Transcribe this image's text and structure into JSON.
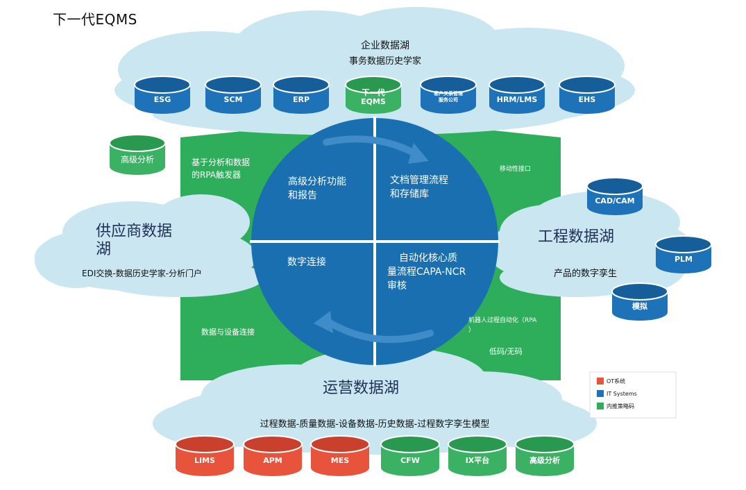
{
  "page_title": "下一代EQMS",
  "colors": {
    "cloud": "#c9e6f1",
    "cloud_edge": "#b6dbea",
    "green": "#2eae5a",
    "blue_circle": "#1a6fb1",
    "blue_cyl": "#1e73b8",
    "orange": "#e8533b",
    "cyl_green": "#3bb163"
  },
  "enterprise_lake": {
    "title": "企业数据湖",
    "subtitle": "事务数据历史学家",
    "cylinders": [
      {
        "label": "ESG",
        "kind": "blue"
      },
      {
        "label": "SCM",
        "kind": "blue"
      },
      {
        "label": "ERP",
        "kind": "blue"
      },
      {
        "label": "下一代",
        "label2": "EQMS",
        "kind": "green"
      },
      {
        "label": "客户关系管理",
        "label2": "服务公司",
        "kind": "blue"
      },
      {
        "label": "HRM/LMS",
        "kind": "blue"
      },
      {
        "label": "EHS",
        "kind": "blue"
      }
    ]
  },
  "advanced_analytics_top": "高级分析",
  "green_texts": {
    "top_left": "基于分析和数据",
    "top_left_2": "的RPA触发器",
    "top_right": "移动性接口",
    "bottom_left": "数据与设备连接",
    "right_rpa": "机器人过程自动化（RPA",
    "right_rpa_2": "）",
    "right_lowcode": "低码/无码"
  },
  "quadrants": {
    "tl": [
      "高级分析功能",
      "和报告"
    ],
    "tr": [
      "文档管理流程",
      "和存储库"
    ],
    "bl": [
      "数字连接"
    ],
    "br": [
      "自动化核心质",
      "量流程CAPA-NCR",
      "审核"
    ]
  },
  "supplier_lake": {
    "title_1": "供应商数据",
    "title_2": "湖",
    "subtitle": "EDI交换-数据历史学家-分析门户"
  },
  "engineering_lake": {
    "title": "工程数据湖",
    "subtitle": "产品的数字孪生",
    "cylinders": [
      {
        "label": "CAD/CAM"
      },
      {
        "label": "PLM"
      },
      {
        "label": "模拟"
      }
    ]
  },
  "operations_lake": {
    "title": "运营数据湖",
    "subtitle": "过程数据-质量数据-设备数据-历史数据-过程数字孪生模型",
    "cylinders": [
      {
        "label": "LIMS",
        "kind": "orange"
      },
      {
        "label": "APM",
        "kind": "orange"
      },
      {
        "label": "MES",
        "kind": "orange"
      },
      {
        "label": "CFW",
        "kind": "green"
      },
      {
        "label": "IX平台",
        "kind": "green"
      },
      {
        "label": "高级分析",
        "kind": "green"
      }
    ]
  },
  "legend": [
    {
      "label": "OT系统",
      "color": "#e8533b"
    },
    {
      "label": "IT Systems",
      "color": "#1e73b8"
    },
    {
      "label": "内推策略码",
      "color": "#2eae5a"
    }
  ]
}
